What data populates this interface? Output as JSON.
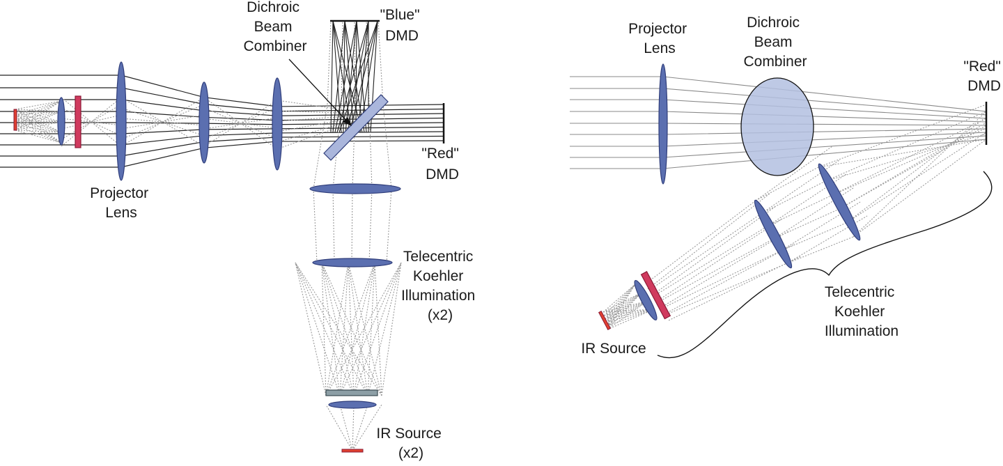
{
  "colors": {
    "lens_fill": "#5b6fb0",
    "lens_stroke": "#2f3d7a",
    "filter_fill": "#d03a5e",
    "filter_stroke": "#8a1a36",
    "source_fill": "#e04030",
    "combiner_fill": "#aab6dc",
    "dichroic_lens_fill": "#b3bfe0",
    "plate_fill": "#8d9fa6",
    "ray_solid": "#222222",
    "ray_dotted": "#9a9a9a",
    "ray_gray": "#888888"
  },
  "left_diagram": {
    "dichroic_label": [
      "Dichroic",
      "Beam",
      "Combiner"
    ],
    "blue_dmd_label": [
      "\"Blue\"",
      "DMD"
    ],
    "red_dmd_label": [
      "\"Red\"",
      "DMD"
    ],
    "projector_label": [
      "Projector",
      "Lens"
    ],
    "koehler_label": [
      "Telecentric",
      "Koehler",
      "Illumination",
      "(x2)"
    ],
    "ir_source_label": [
      "IR Source",
      "(x2)"
    ]
  },
  "right_diagram": {
    "projector_label": [
      "Projector",
      "Lens"
    ],
    "dichroic_label": [
      "Dichroic",
      "Beam",
      "Combiner"
    ],
    "red_dmd_label": [
      "\"Red\"",
      "DMD"
    ],
    "koehler_label": [
      "Telecentric",
      "Koehler",
      "Illumination"
    ],
    "ir_source_label": [
      "IR Source"
    ]
  }
}
